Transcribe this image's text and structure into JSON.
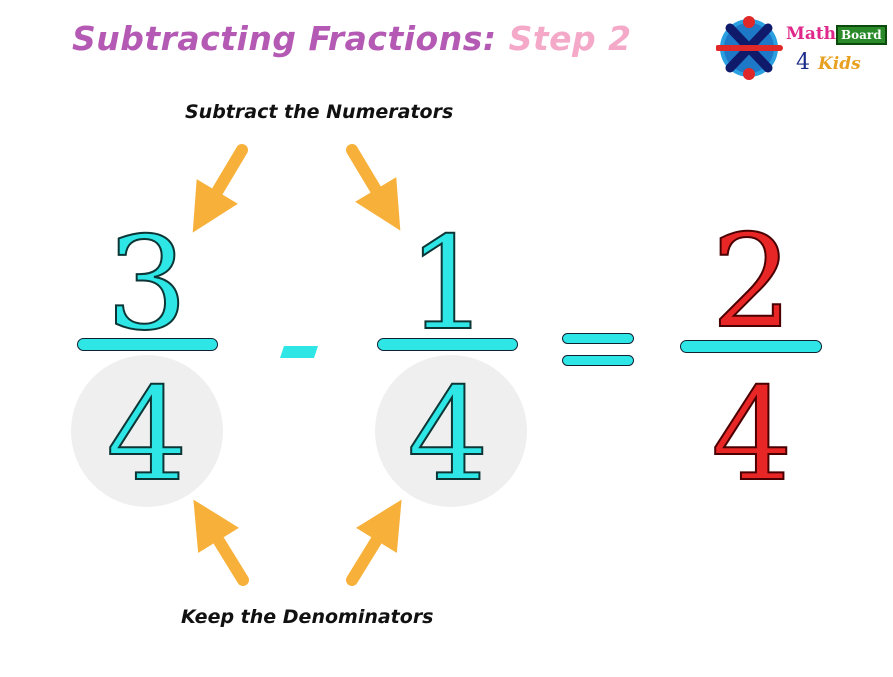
{
  "title": {
    "main": "Subtracting Fractions:",
    "step": "Step 2"
  },
  "logo": {
    "word1": "Math",
    "word2": "Board",
    "num": "4",
    "word3": "Kids"
  },
  "captions": {
    "top": "Subtract the Numerators",
    "bottom": "Keep the Denominators"
  },
  "fraction_left": {
    "numerator": "3",
    "denominator": "4"
  },
  "operator": "-",
  "fraction_right": {
    "numerator": "1",
    "denominator": "4"
  },
  "equals": "=",
  "result": {
    "numerator": "2",
    "denominator": "4"
  },
  "colors": {
    "cyan": "#2ee6e6",
    "red": "#e82626",
    "arrow": "#f7b13b",
    "title_purple": "#b45ab4",
    "title_pink": "#f4a9c9"
  }
}
